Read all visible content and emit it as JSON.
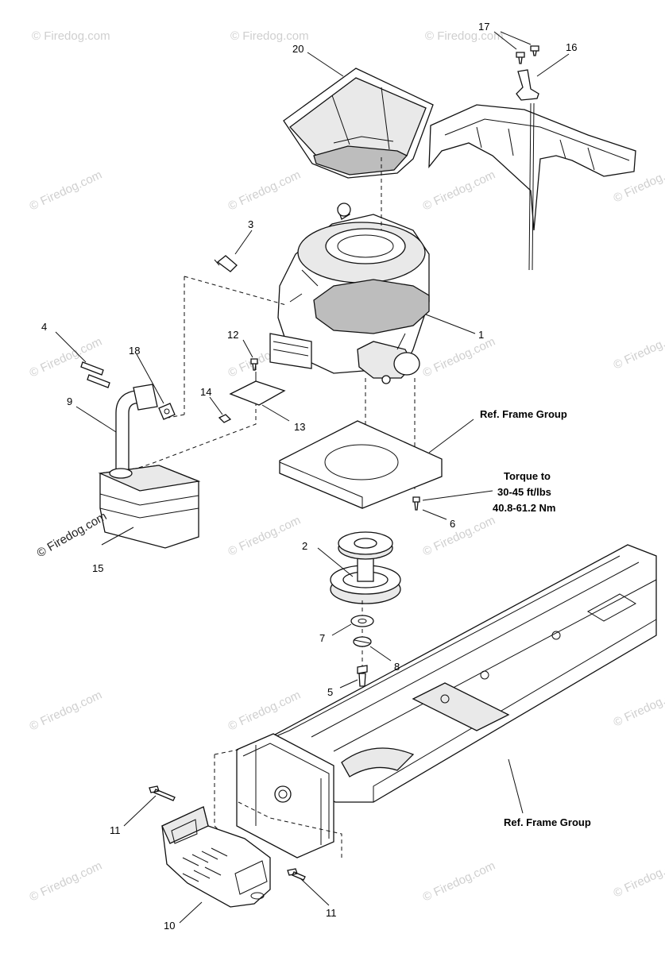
{
  "watermark": {
    "text": "© Firedog.com",
    "text_short": "© Firedog.com"
  },
  "callouts": {
    "c1": "1",
    "c2": "2",
    "c3": "3",
    "c4": "4",
    "c5": "5",
    "c6": "6",
    "c7": "7",
    "c8": "8",
    "c9": "9",
    "c10": "10",
    "c11a": "11",
    "c11b": "11",
    "c12": "12",
    "c13": "13",
    "c14": "14",
    "c15": "15",
    "c16": "16",
    "c17": "17",
    "c18": "18",
    "c20": "20"
  },
  "notes": {
    "ref_frame_group_top": "Ref. Frame Group",
    "ref_frame_group_bottom": "Ref. Frame Group",
    "torque_line1": "Torque to",
    "torque_line2": "30-45 ft/lbs",
    "torque_line3": "40.8-61.2 Nm"
  }
}
